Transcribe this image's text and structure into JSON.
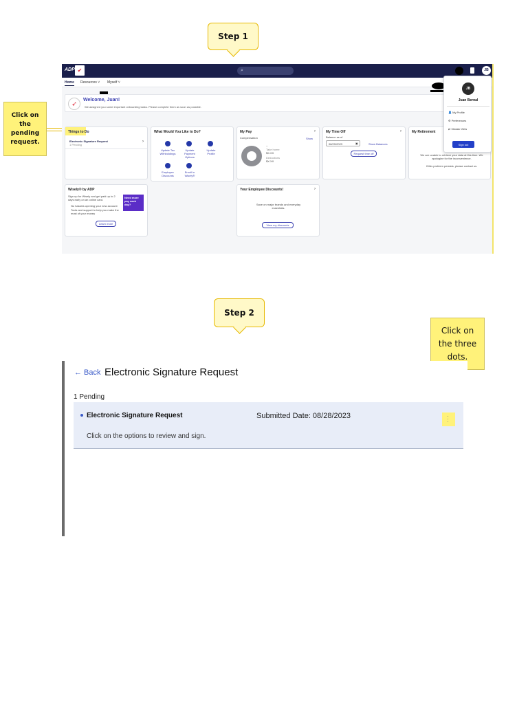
{
  "step1": {
    "callout": "Step 1",
    "note": "Click on the pending request.",
    "screenshot": {
      "logo": "ADP",
      "search_icon": "search-icon",
      "nav": [
        "Home",
        "Resources ˅",
        "Myself ˅"
      ],
      "welcome": {
        "title": "Welcome, Juan!",
        "subtitle": "We assigned you some important onboarding tasks. Please complete them as soon as possible."
      },
      "things_to_do": {
        "title": "Things to Do",
        "item": "Electronic Signature Request",
        "pending": "1 Pending"
      },
      "what_would_you_like": {
        "title": "What Would You Like to Do?",
        "actions": [
          "Update Tax Withholdings",
          "Update Payment Options",
          "Update Profile",
          "Employee Discounts",
          "Enroll in Wisely®"
        ]
      },
      "my_pay": {
        "title": "My Pay",
        "compensation": "Compensation",
        "show": "Show",
        "dash": "--",
        "net_label": "Take home",
        "net_value": "$X.XX",
        "deductions_label": "Deductions",
        "deductions_value": "$X.XX"
      },
      "time_off": {
        "title": "My Time Off",
        "balance": "Balance as of",
        "date": "08/29/2023",
        "show_balances": "Show Balances",
        "request": "Request time off"
      },
      "retirement": {
        "title": "My Retirement",
        "msg1": "We are unable to retrieve your data at this time. We apologize for the inconvenience.",
        "msg2": "If this problem persists, please contact us."
      },
      "wisely": {
        "title": "Wisely® by ADP",
        "body": "Sign up for Wisely and get paid up to 2 days early on an online card.",
        "bullets": [
          "No hassles opening your new account",
          "Tools and support to help you make the most of your money"
        ],
        "promo": "Need more pay each day?",
        "button": "Learn more"
      },
      "discounts": {
        "title": "Your Employee Discounts!",
        "body": "Save on major brands and everyday essentials.",
        "button": "View my discounts"
      },
      "profile_menu": {
        "initials": "JB",
        "name": "Juan Bernal",
        "items": [
          "My Profile",
          "Preferences",
          "Classic View"
        ],
        "signout": "Sign out"
      }
    }
  },
  "step2": {
    "callout": "Step 2",
    "note": "Click on the three dots.",
    "screenshot": {
      "back": "← Back",
      "title": "Electronic Signature Request",
      "pending": "1 Pending",
      "request_name": "Electronic Signature Request",
      "submitted": "Submitted Date: 08/28/2023",
      "description": "Click on the options to review and sign.",
      "dots_icon": "more-vertical-icon"
    }
  },
  "colors": {
    "topbar": "#1a1f4b",
    "callout_fill": "#fff9c8",
    "callout_border": "#e6b800",
    "highlight": "#fff27a",
    "row": "#e8edf8",
    "accent_blue": "#3a5ac8"
  }
}
